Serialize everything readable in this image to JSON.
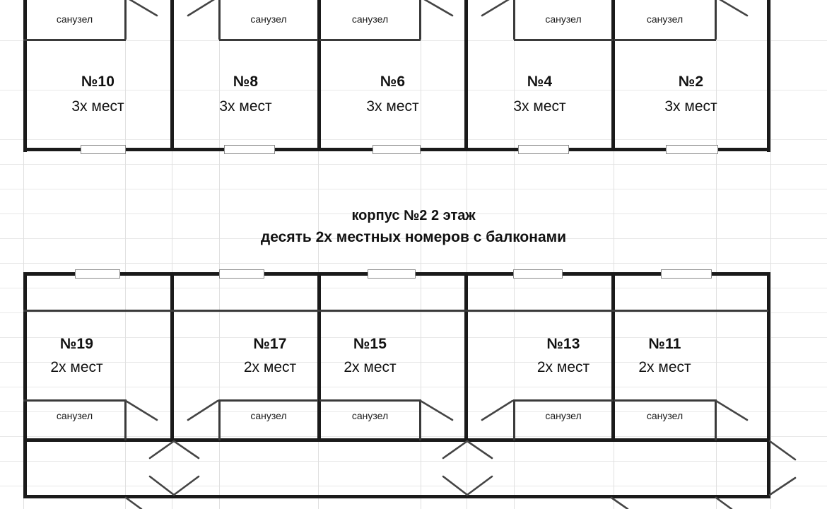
{
  "sheet": {
    "grid_color": "#e8e8e8",
    "background": "#ffffff",
    "col_lines": [
      33,
      177,
      243,
      310,
      450,
      595,
      660,
      727,
      868,
      1013,
      1090
    ],
    "row_lines": [
      57,
      127,
      197,
      232,
      267,
      302,
      337,
      372,
      407,
      442,
      477,
      512,
      547,
      582,
      617,
      652,
      687
    ]
  },
  "title": {
    "line1": "корпус №2   2 этаж",
    "line2": "десять 2х местных номеров с балконами"
  },
  "labels": {
    "bathroom": "санузел",
    "beds_3": "3х мест",
    "beds_2": "2х мест"
  },
  "upper_block": {
    "name": "third-floor-rooms",
    "beds_text": "3х мест",
    "rooms": [
      {
        "number": "№10",
        "beds": "3х мест",
        "bathroom": "санузел",
        "wc_side": "left"
      },
      {
        "number": "№8",
        "beds": "3х мест",
        "bathroom": "санузел",
        "wc_side": "right"
      },
      {
        "number": "№6",
        "beds": "3х мест",
        "bathroom": "санузел",
        "wc_side": "left"
      },
      {
        "number": "№4",
        "beds": "3х мест",
        "bathroom": "санузел",
        "wc_side": "right"
      },
      {
        "number": "№2",
        "beds": "3х мест",
        "bathroom": "санузел",
        "wc_side": "left"
      }
    ]
  },
  "lower_block": {
    "name": "second-floor-rooms",
    "beds_text": "2х мест",
    "rooms": [
      {
        "number": "№19",
        "beds": "2х мест",
        "bathroom": "санузел",
        "wc_side": "left"
      },
      {
        "number": "№17",
        "beds": "2х мест",
        "bathroom": "санузел",
        "wc_side": "right"
      },
      {
        "number": "№15",
        "beds": "2х мест",
        "bathroom": "санузел",
        "wc_side": "left"
      },
      {
        "number": "№13",
        "beds": "2х мест",
        "bathroom": "санузел",
        "wc_side": "right"
      },
      {
        "number": "№11",
        "beds": "2х мест",
        "bathroom": "санузел",
        "wc_side": "left"
      }
    ]
  },
  "colors": {
    "wall": "#1a1a1a",
    "partition": "#3a3a3a",
    "window_fill": "#ffffff",
    "window_stroke": "#8a8a8a",
    "door_swing": "#444444",
    "text": "#111111"
  }
}
